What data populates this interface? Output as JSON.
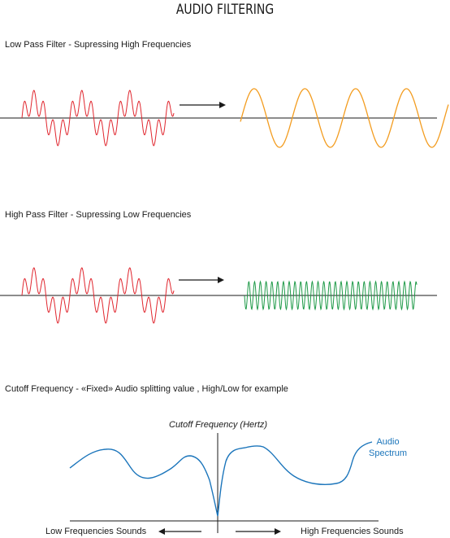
{
  "title": "AUDIO FILTERING",
  "low_pass": {
    "label": "Low Pass Filter - Supressing High Frequencies"
  },
  "high_pass": {
    "label": "High Pass Filter - Supressing Low Frequencies"
  },
  "cutoff": {
    "label": "Cutoff Frequency - «Fixed» Audio splitting value , High/Low for example",
    "axis_title": "Cutoff Frequency (Hertz)",
    "spectrum_label_line1": "Audio",
    "spectrum_label_line2": "Spectrum",
    "left_label": "Low Frequencies Sounds",
    "right_label": "High Frequencies Sounds"
  },
  "colors": {
    "input_wave": "#e0262e",
    "low_pass_output": "#f39c1f",
    "high_pass_output": "#1f9a48",
    "spectrum": "#1b75bb",
    "axis": "#1a1a1a"
  },
  "icons": [
    "arrow-right-icon",
    "arrow-left-icon"
  ]
}
